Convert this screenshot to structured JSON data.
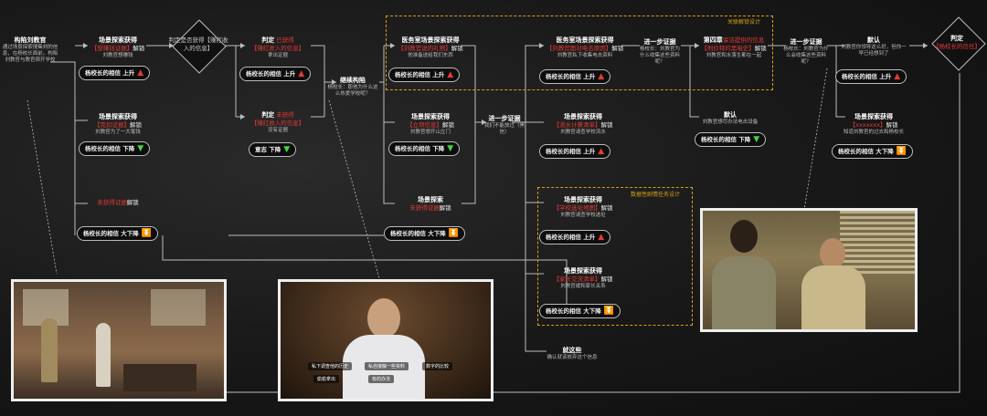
{
  "start": {
    "title": "构陷刘教官",
    "desc": "通过场景探索搜集刘的信息，在杨校长面前。构陷刘教官与教官宿开学校"
  },
  "a1": {
    "title": "场景探索获得",
    "item": "【想赚钱证据】",
    "suffix": "解锁",
    "desc": "刘教官想赚钱"
  },
  "a2": {
    "title": "场景探索获得",
    "item": "【克扣证据】",
    "suffix": "解锁",
    "desc": "刘教官为了一大笔钱"
  },
  "a3": {
    "item": "未获得证据",
    "suffix": "解锁"
  },
  "d1": {
    "text": "判定是否获得【赚红收入的信息】"
  },
  "j1": {
    "title": "判定",
    "item": "已获得",
    "line2": "【赚红收入的信息】",
    "desc": "拿出证据"
  },
  "j2": {
    "title": "判定",
    "item": "未获得",
    "line2": "【赚红收入的信息】",
    "desc": "没有证据"
  },
  "cont": {
    "title": "继续构陷",
    "desc": "杨校长：那他为什么这么热爱学校呢？"
  },
  "m1": {
    "title": "医务室场景探索获得",
    "item": "【刘教官说的礼物】",
    "suffix": "解锁",
    "desc": "他准备送给我们东西"
  },
  "m2": {
    "title": "场景探索获得",
    "item": "【立项信息】",
    "suffix": "解锁",
    "desc": "刘教官想开山立门"
  },
  "m3": {
    "title": "场景探索",
    "item": "未获得证据",
    "suffix": "解锁"
  },
  "further1": {
    "title": "进一步证据",
    "desc": "我们不能放过（黑信）"
  },
  "r1": {
    "title": "医务室场景探索获得",
    "item": "【刘教官面对电击原因】",
    "suffix": "解锁",
    "desc": "刘教官私下收集电击资料"
  },
  "r2": {
    "title": "场景探索获得",
    "item": "【流水计算清单】",
    "suffix": "解锁",
    "desc": "刘教官请查学校流水"
  },
  "r3": {
    "title": "场景探索获得",
    "item": "【学校选址地图】",
    "suffix": "解锁",
    "desc": "刘教官请查学校选址"
  },
  "r4": {
    "title": "场景探索获得",
    "item": "【家长交流清单】",
    "suffix": "解锁",
    "desc": "刘教官缓和家长关系"
  },
  "further2": {
    "title": "进一步证据",
    "desc": "杨校长：刘教官为什么收集这些资料呢？"
  },
  "ch4": {
    "title": "第四章",
    "item": "保洁提供的信息",
    "line2": "【刑侦特的黑暗史】",
    "suffix": "解锁",
    "desc": "刘教官和水落生都在一起"
  },
  "further3": {
    "title": "进一步证据",
    "desc": "杨校长：刘教官为什么会收集这些资料呢？"
  },
  "def1": {
    "title": "默认",
    "desc": "刘教官想尽办法电击设备"
  },
  "def2": {
    "title": "默认",
    "desc": "刘教官你领导这么好，但你一早已经想到了"
  },
  "x1": {
    "title": "场景探索获得",
    "item": "【xxxxxxx】",
    "suffix": "解锁",
    "desc": "知道刘教官的过去和杨校长"
  },
  "final": {
    "title": "判定",
    "item": "【杨校长的信任】"
  },
  "end": {
    "title": "就这些",
    "desc": "确认就该放弃这个信息"
  },
  "box1_label": "关联解锁设计",
  "box2_label": "数据性剧情任务设计",
  "pills": {
    "p_up": "杨校长的相信 上升",
    "p_dn": "杨校长的相信 下降",
    "p_big": "杨校长的相信 大下降",
    "p_will": "意志 下降"
  },
  "photo2_subs": [
    "私下调查他的历史",
    "私自接触一些资料",
    "数字的比较",
    "偷偷拿出",
    "有的办法"
  ]
}
